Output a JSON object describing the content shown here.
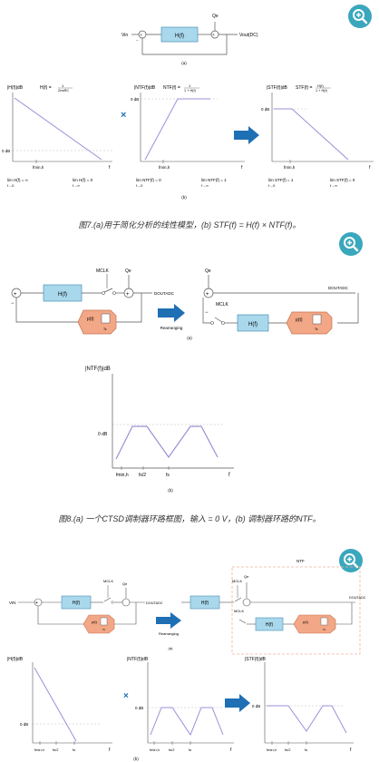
{
  "zoom_buttons": [
    {
      "icon": "zoom-in-icon"
    },
    {
      "icon": "zoom-in-icon"
    },
    {
      "icon": "zoom-in-icon"
    }
  ],
  "fig7": {
    "block": {
      "input": "Vin",
      "h": "H(f)",
      "q": "Qe",
      "output": "Vout(DC)",
      "tag": "(a)"
    },
    "plot1": {
      "ylabel": "|H(f)|dB",
      "eq_left": "H(f) =",
      "eq_num": "1",
      "eq_den": "2πsRC",
      "zero": "0 dB",
      "fmark": "fmin,h",
      "xlabel": "f",
      "limits": [
        "lim H(f) = ∞",
        "f→0",
        "lim H(f) = 0",
        "f→∞"
      ]
    },
    "times": "×",
    "plot2": {
      "ylabel": "|NTF(f)|dB",
      "eq_left": "NTF(f) =",
      "eq_num": "1",
      "eq_den": "1 + H(f)",
      "zero": "0 dB",
      "fmark": "fmin,h",
      "xlabel": "f",
      "limits": [
        "lim NTF(f) = 0",
        "f→0",
        "lim NTF(f) = 1",
        "f→∞"
      ]
    },
    "plot3": {
      "ylabel": "|STF(f)|dB",
      "eq_left": "STF(f) =",
      "eq_num": "H(f)",
      "eq_den": "1 + H(f)",
      "zero": "0 dB",
      "fmark": "fmin,h",
      "xlabel": "f",
      "limits": [
        "lim STF(f) = 1",
        "f→0",
        "lim STF(f) = 0",
        "f→∞"
      ]
    },
    "tag_b": "(b)",
    "caption": "图7.(a)用于简化分析的线性模型，(b) STF(f) = H(f) × NTF(f)。"
  },
  "fig8": {
    "a": {
      "h": "H(f)",
      "p": "p(t)",
      "ts": "Ts",
      "mclk": "MCLK",
      "qe": "Qe",
      "dout": "DOUTADC",
      "rearranging": "Rearranging",
      "tag": "(a)"
    },
    "b": {
      "ylabel": "|NTF(f)|dB",
      "zero": "0 dB",
      "ticks": [
        "fmin,h",
        "fs/2",
        "fs"
      ],
      "xlabel": "f",
      "tag": "(b)"
    },
    "caption": "图8.(a) 一个CTSD调制器环路框图，输入 = 0 V，(b) 调制器环路的NTF。"
  },
  "fig9": {
    "a": {
      "vin": "VIN",
      "h": "H(f)",
      "p": "p(t)",
      "ts": "Ts",
      "mclk": "MCLK",
      "qe": "Qe",
      "dout": "DOUTADC",
      "rearranging": "Rearranging",
      "ntf": "NTF",
      "tag": "(a)"
    },
    "plot1": {
      "ylabel": "|H(f)|dB",
      "zero": "0 dB",
      "ticks": [
        "fmin,h",
        "fs/2",
        "fs"
      ],
      "xlabel": "f"
    },
    "times": "×",
    "plot2": {
      "ylabel": "|NTF(f)|dB",
      "zero": "0 dB",
      "ticks": [
        "fmin,h",
        "fs/2",
        "fs"
      ],
      "xlabel": "f"
    },
    "plot3": {
      "ylabel": "|STF(f)|dB",
      "zero": "0 dB",
      "ticks": [
        "fmin,h",
        "fs/2",
        "fs"
      ],
      "xlabel": "f"
    },
    "tag_b": "(b)"
  },
  "colors": {
    "block_fill": "#a9d8ec",
    "block_stroke": "#4a8fb5",
    "dac_fill": "#f2a786",
    "dac_stroke": "#c8714e",
    "curve": "#9b8fd8",
    "arrow": "#1f6fb5",
    "zoom": "#3aa7bd",
    "ntf_box": "#f0b29a"
  }
}
